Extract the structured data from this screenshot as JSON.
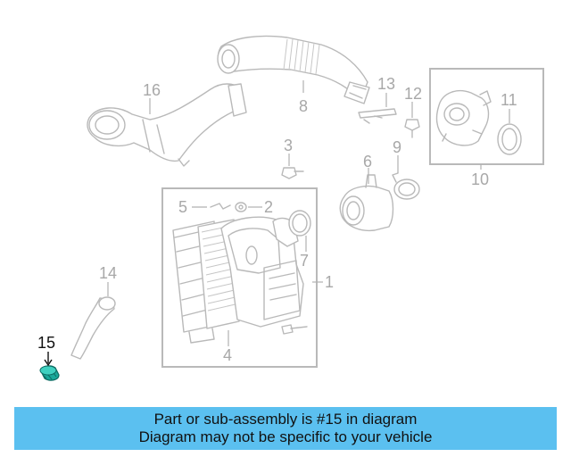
{
  "diagram": {
    "callouts": [
      {
        "id": "1",
        "highlighted": false
      },
      {
        "id": "2",
        "highlighted": false
      },
      {
        "id": "3",
        "highlighted": false
      },
      {
        "id": "4",
        "highlighted": false
      },
      {
        "id": "5",
        "highlighted": false
      },
      {
        "id": "6",
        "highlighted": false
      },
      {
        "id": "7",
        "highlighted": false
      },
      {
        "id": "8",
        "highlighted": false
      },
      {
        "id": "9",
        "highlighted": false
      },
      {
        "id": "10",
        "highlighted": false
      },
      {
        "id": "11",
        "highlighted": false
      },
      {
        "id": "12",
        "highlighted": false
      },
      {
        "id": "13",
        "highlighted": false
      },
      {
        "id": "14",
        "highlighted": false
      },
      {
        "id": "15",
        "highlighted": true
      },
      {
        "id": "16",
        "highlighted": false
      }
    ],
    "highlight_color": "#1aa89a",
    "line_color": "#b9b9b9"
  },
  "info": {
    "line1": "Part or sub-assembly is #15 in diagram",
    "line2": "Diagram may not be specific to your vehicle",
    "background": "#5bc0f0"
  }
}
